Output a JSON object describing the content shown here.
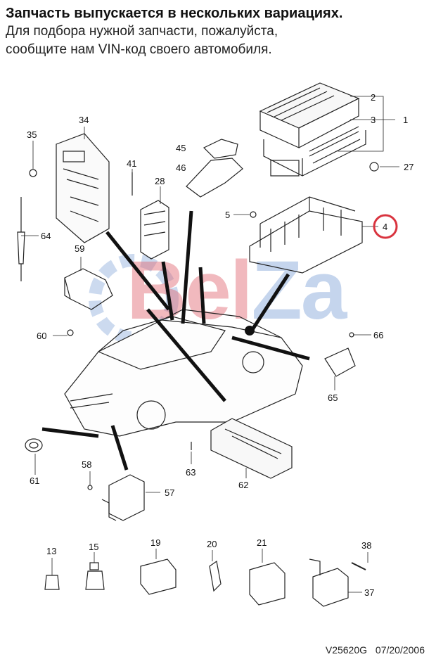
{
  "header": {
    "line1": "Запчасть выпускается в нескольких вариациях.",
    "line2": "Для подбора нужной запчасти, пожалуйста,",
    "line3": "сообщите нам VIN-код своего автомобиля."
  },
  "watermark": {
    "brand_red": "Bel",
    "brand_blue": "Za"
  },
  "callouts": {
    "c1": "1",
    "c2": "2",
    "c3": "3",
    "c4": "4",
    "c5": "5",
    "c13": "13",
    "c15": "15",
    "c19": "19",
    "c20": "20",
    "c21": "21",
    "c27": "27",
    "c28": "28",
    "c34": "34",
    "c35": "35",
    "c37": "37",
    "c38": "38",
    "c41": "41",
    "c45": "45",
    "c46": "46",
    "c57": "57",
    "c58": "58",
    "c59": "59",
    "c60": "60",
    "c61": "61",
    "c62": "62",
    "c63": "63",
    "c64": "64",
    "c65": "65",
    "c66": "66"
  },
  "footer": {
    "code": "V25620G",
    "date": "07/20/2006"
  },
  "colors": {
    "highlight_circle": "#d9343f",
    "watermark_blue": "#6e96d2",
    "watermark_red": "#e1646e"
  }
}
